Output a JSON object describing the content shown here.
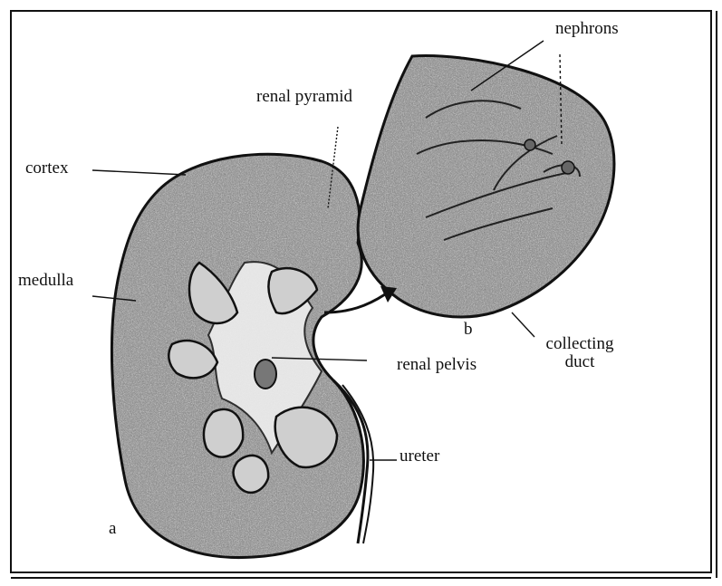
{
  "labels": {
    "nephrons": "nephrons",
    "renal_pyramid": "renal pyramid",
    "cortex": "cortex",
    "medulla": "medulla",
    "renal_pelvis": "renal pelvis",
    "collecting_line1": "collecting",
    "collecting_line2": "duct",
    "ureter": "ureter",
    "panel_a": "a",
    "panel_b": "b"
  }
}
